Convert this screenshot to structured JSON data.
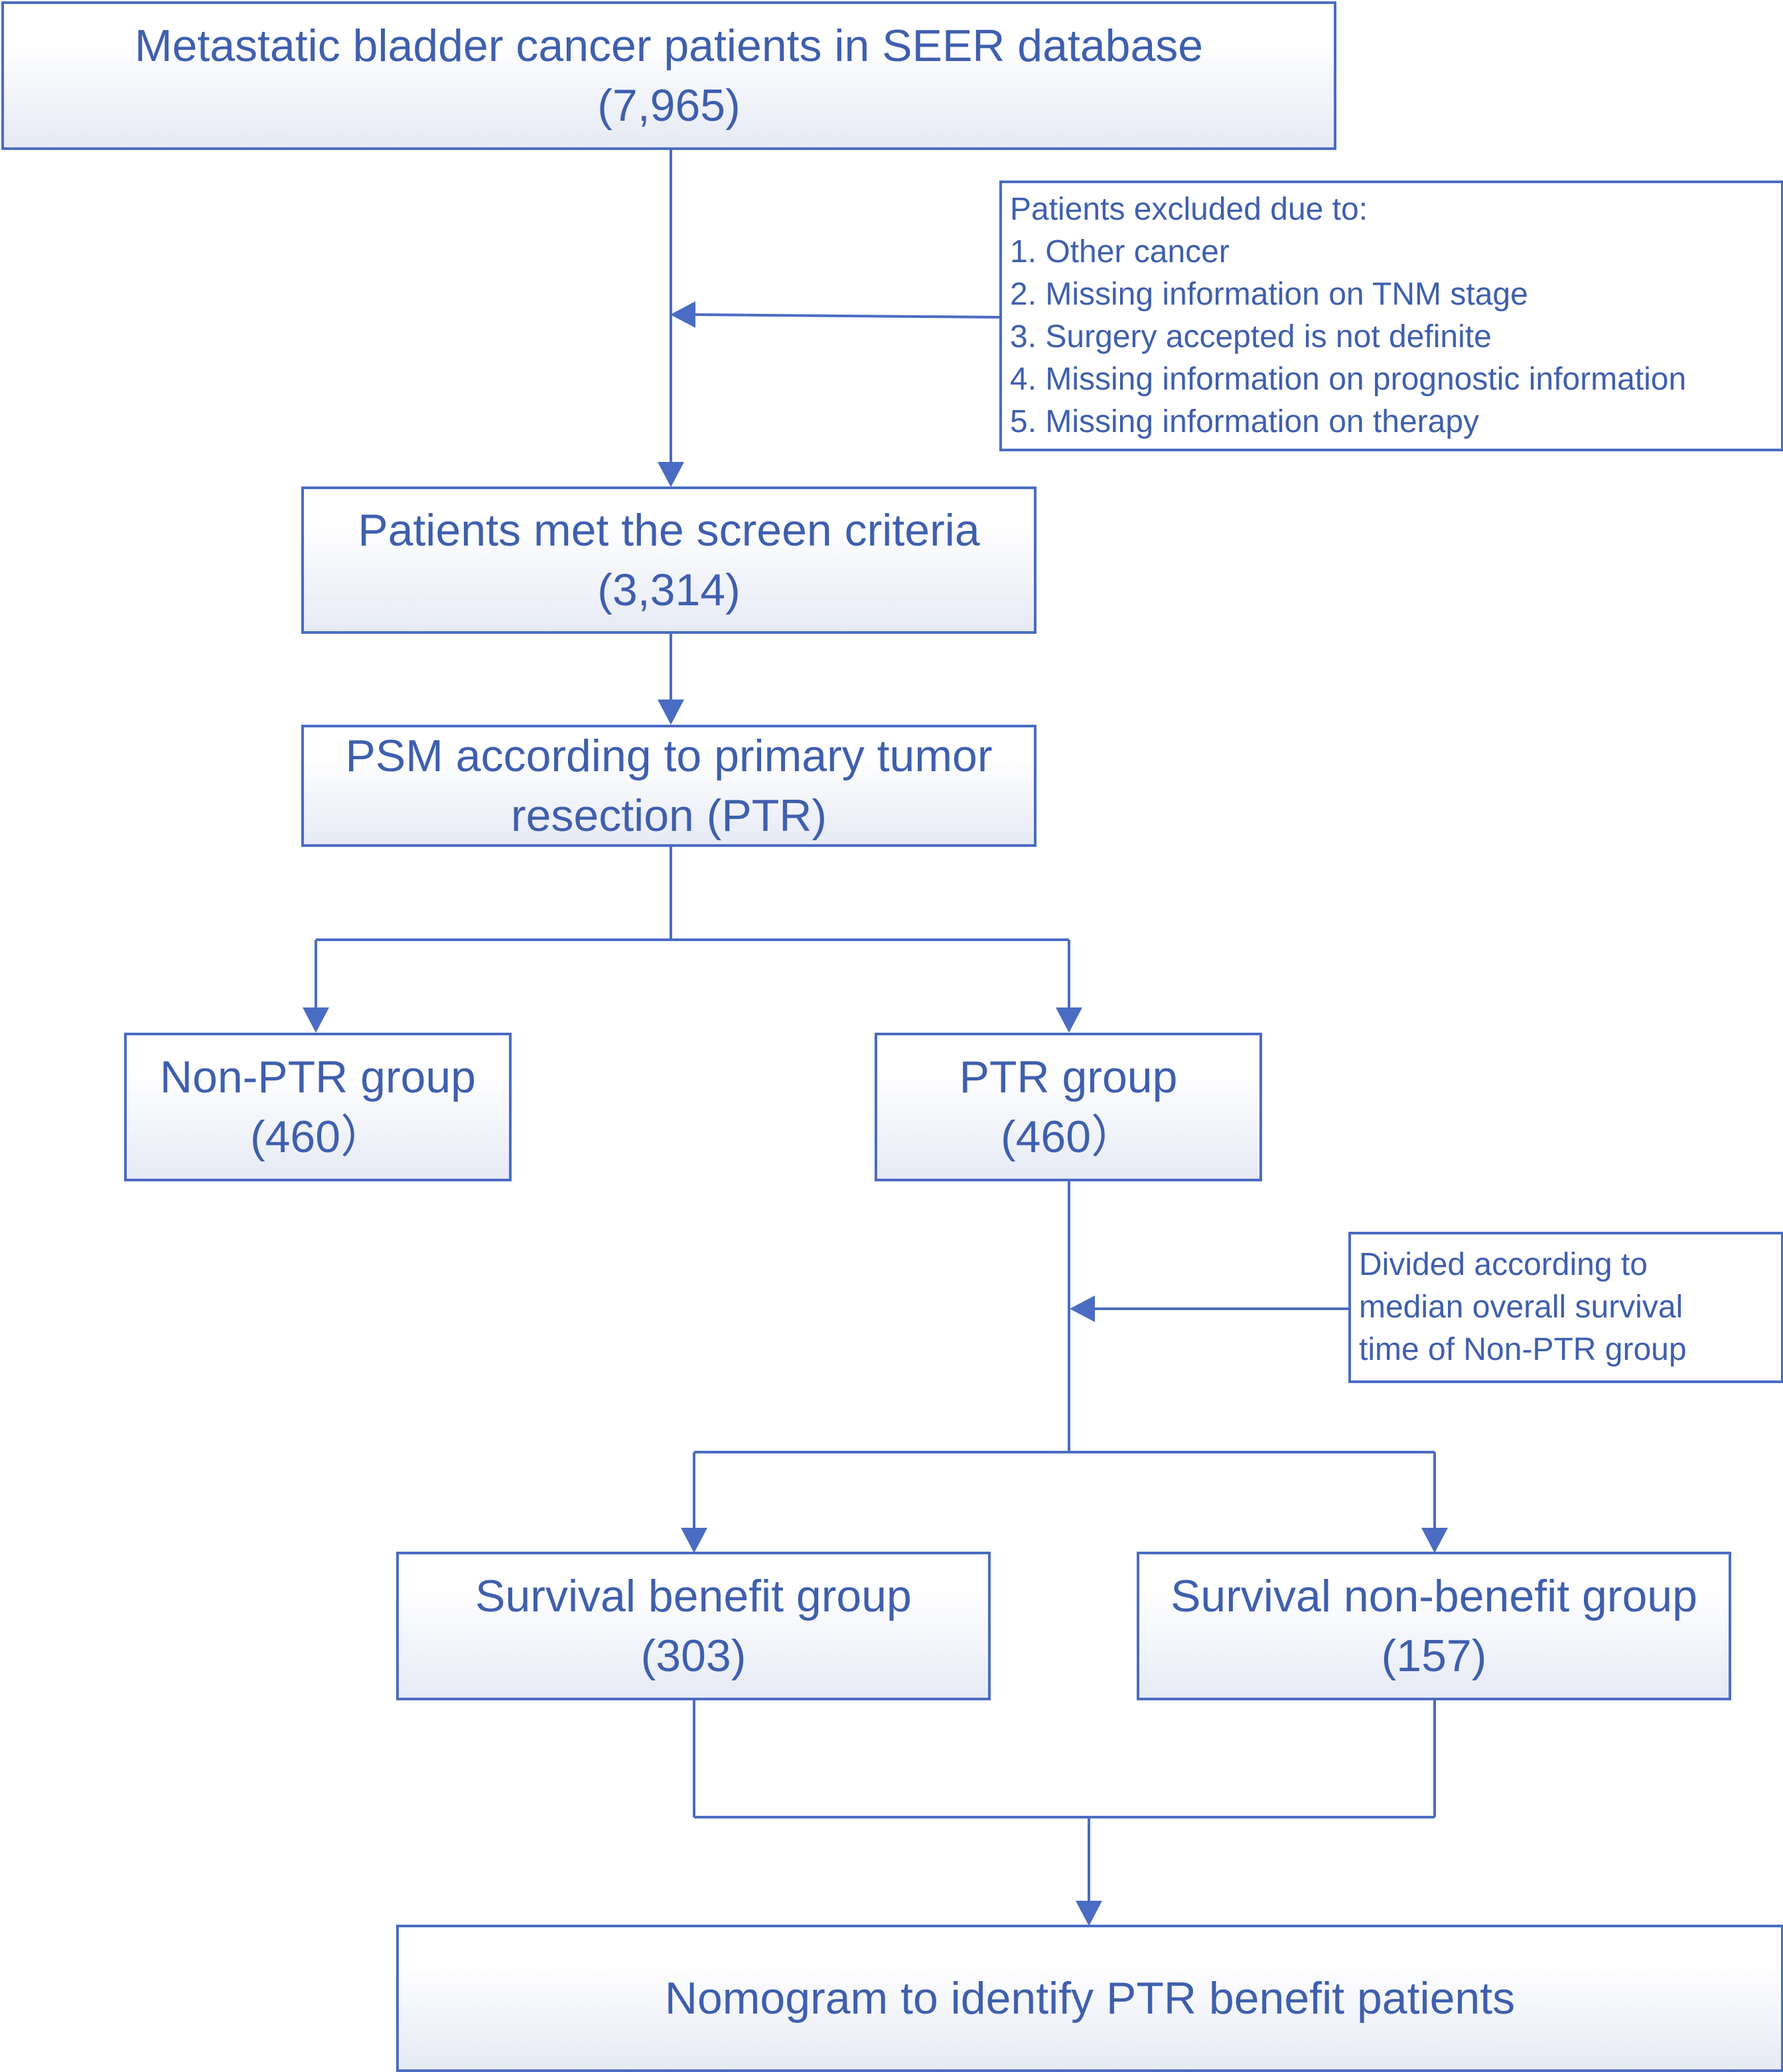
{
  "colors": {
    "stroke": "#4A6CC2",
    "text": "#3F5FAE",
    "fill_bottom": "#E6EAF5"
  },
  "nodes": {
    "start": {
      "line1": "Metastatic bladder cancer patients in SEER database",
      "line2": "(7,965)"
    },
    "exclusion": {
      "title": "Patients excluded due to:",
      "items": [
        "1. Other cancer",
        "2. Missing information on TNM stage",
        "3. Surgery accepted is not definite",
        "4. Missing information on prognostic information",
        "5. Missing information on therapy"
      ]
    },
    "screened": {
      "line1": "Patients met the screen criteria",
      "line2": "(3,314)"
    },
    "psm": {
      "line1": "PSM according to primary tumor",
      "line2": "resection (PTR)"
    },
    "non_ptr": {
      "line1": "Non-PTR group",
      "line2": "(460）"
    },
    "ptr": {
      "line1": "PTR group",
      "line2": "(460）"
    },
    "divided": {
      "lines": [
        "Divided according to",
        "median overall survival",
        "time of Non-PTR group"
      ]
    },
    "benefit": {
      "line1": "Survival benefit group",
      "line2": "(303)"
    },
    "non_benefit": {
      "line1": "Survival non-benefit group",
      "line2": "(157)"
    },
    "nomogram": {
      "line1": "Nomogram to identify PTR benefit patients"
    }
  }
}
